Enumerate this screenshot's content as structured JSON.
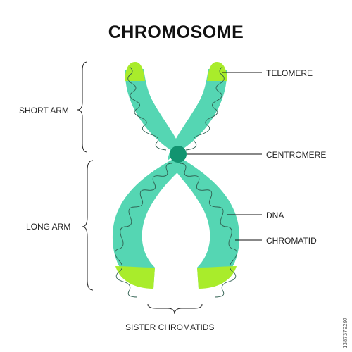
{
  "title": "CHROMOSOME",
  "labels": {
    "short_arm": "SHORT ARM",
    "long_arm": "LONG ARM",
    "telomere": "TELOMERE",
    "centromere": "CENTROMERE",
    "dna": "DNA",
    "chromatid": "CHROMATID",
    "sister_chromatids": "SISTER CHROMATIDS"
  },
  "stock_id": "1387379297",
  "colors": {
    "chromatid": "#55d6b3",
    "telomere": "#a9ec2b",
    "centromere": "#129470",
    "dna_line": "#2f5f50",
    "leader_line": "#111111",
    "brace": "#222222"
  }
}
